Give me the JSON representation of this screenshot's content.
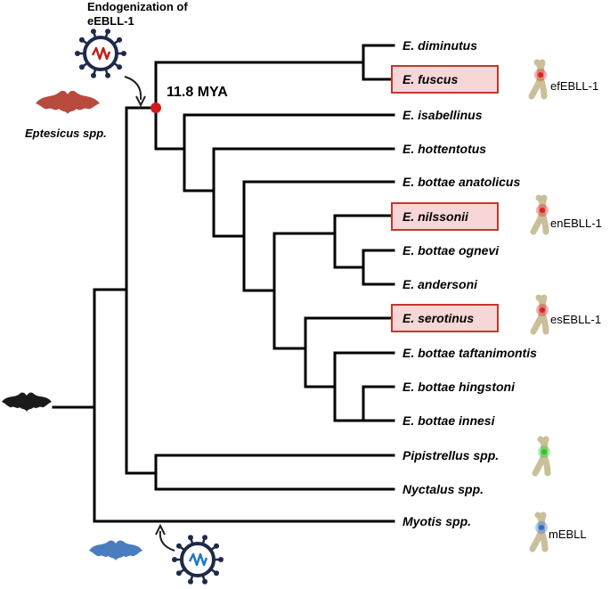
{
  "top_note": {
    "line1": "Endogenization of",
    "line2": "eEBLL-1"
  },
  "node_label": "11.8 MYA",
  "genus_label": "Eptesicus spp.",
  "taxa": [
    {
      "name": "E. diminutus",
      "highlight": false
    },
    {
      "name": "E. fuscus",
      "highlight": true
    },
    {
      "name": "E. isabellinus",
      "highlight": false
    },
    {
      "name": "E. hottentotus",
      "highlight": false
    },
    {
      "name": "E. bottae anatolicus",
      "highlight": false
    },
    {
      "name": "E. nilssonii",
      "highlight": true
    },
    {
      "name": "E. bottae ognevi",
      "highlight": false
    },
    {
      "name": "E. andersoni",
      "highlight": false
    },
    {
      "name": "E. serotinus",
      "highlight": true
    },
    {
      "name": "E. bottae taftanimontis",
      "highlight": false
    },
    {
      "name": "E. bottae hingstoni",
      "highlight": false
    },
    {
      "name": "E. bottae innesi",
      "highlight": false
    },
    {
      "name": "Pipistrellus spp.",
      "highlight": false
    },
    {
      "name": "Nyctalus spp.",
      "highlight": false
    },
    {
      "name": "Myotis spp.",
      "highlight": false
    }
  ],
  "genes": [
    {
      "label": "efEBLL-1",
      "taxon_index": 1,
      "signal_color": "#e02020"
    },
    {
      "label": "enEBLL-1",
      "taxon_index": 5,
      "signal_color": "#e02020"
    },
    {
      "label": "esEBLL-1",
      "taxon_index": 8,
      "signal_color": "#e02020"
    },
    {
      "label": "",
      "taxon_index": 12,
      "signal_color": "#22cc22"
    },
    {
      "label": "mEBLL",
      "taxon_index": 14,
      "signal_color": "#2a6fd6"
    }
  ],
  "colors": {
    "highlight_fill": "#f6d6d6",
    "highlight_border": "#c0392b",
    "node_dot": "#d11a1a",
    "red_virus": "#c0201b",
    "blue_virus": "#1f78c8",
    "virus_shell": "#1e2a4a",
    "eptesicus_bat": "#b84a3e",
    "root_bat": "#1a1a1a",
    "myotis_bat": "#4a7dbf",
    "chromosome": "#c9bf9a"
  },
  "icons": [
    "virus-icon-red",
    "virus-icon-blue",
    "bat-icon-eptesicus",
    "bat-icon-root",
    "bat-icon-myotis",
    "chromosome-icon",
    "arrow-icon"
  ]
}
